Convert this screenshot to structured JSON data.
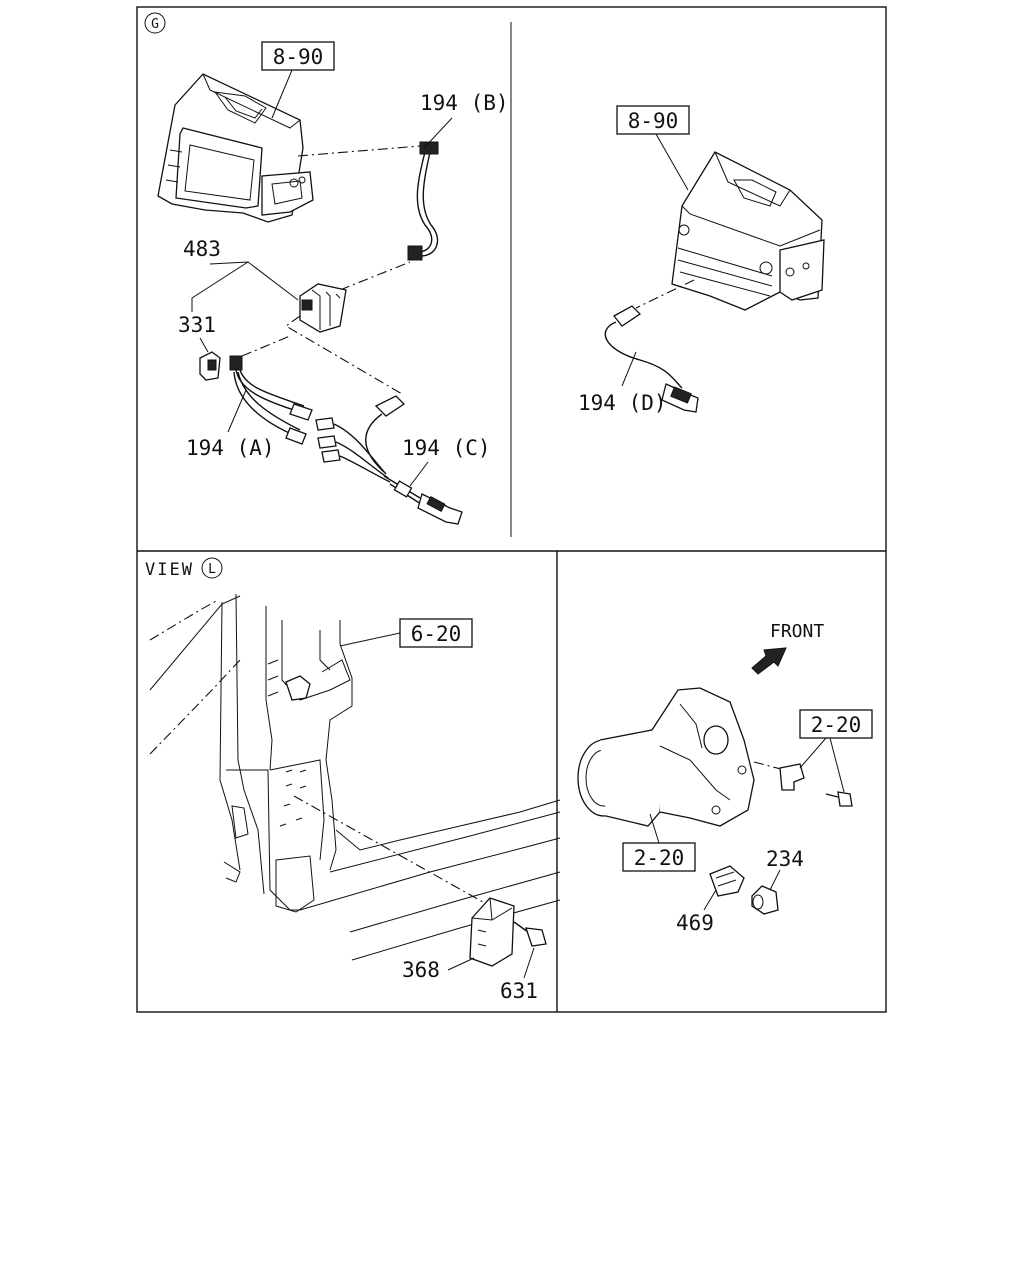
{
  "panels": {
    "g": {
      "marker": "G",
      "left_callouts": {
        "ref_8_90": "8-90",
        "p194b": "194 (B)",
        "p483": "483",
        "p331": "331",
        "p194a": "194 (A)",
        "p194c": "194 (C)"
      },
      "right_callouts": {
        "ref_8_90": "8-90",
        "p194d": "194 (D)"
      }
    },
    "view_l": {
      "view_word": "VIEW",
      "marker": "L",
      "callouts": {
        "ref_6_20": "6-20",
        "p368": "368",
        "p631": "631"
      }
    },
    "front": {
      "front_label": "FRONT",
      "callouts": {
        "ref_2_20_top": "2-20",
        "ref_2_20_bottom": "2-20",
        "p234": "234",
        "p469": "469"
      }
    }
  },
  "icons": [
    "circled-letter-g",
    "circled-letter-l",
    "front-arrow-icon"
  ]
}
